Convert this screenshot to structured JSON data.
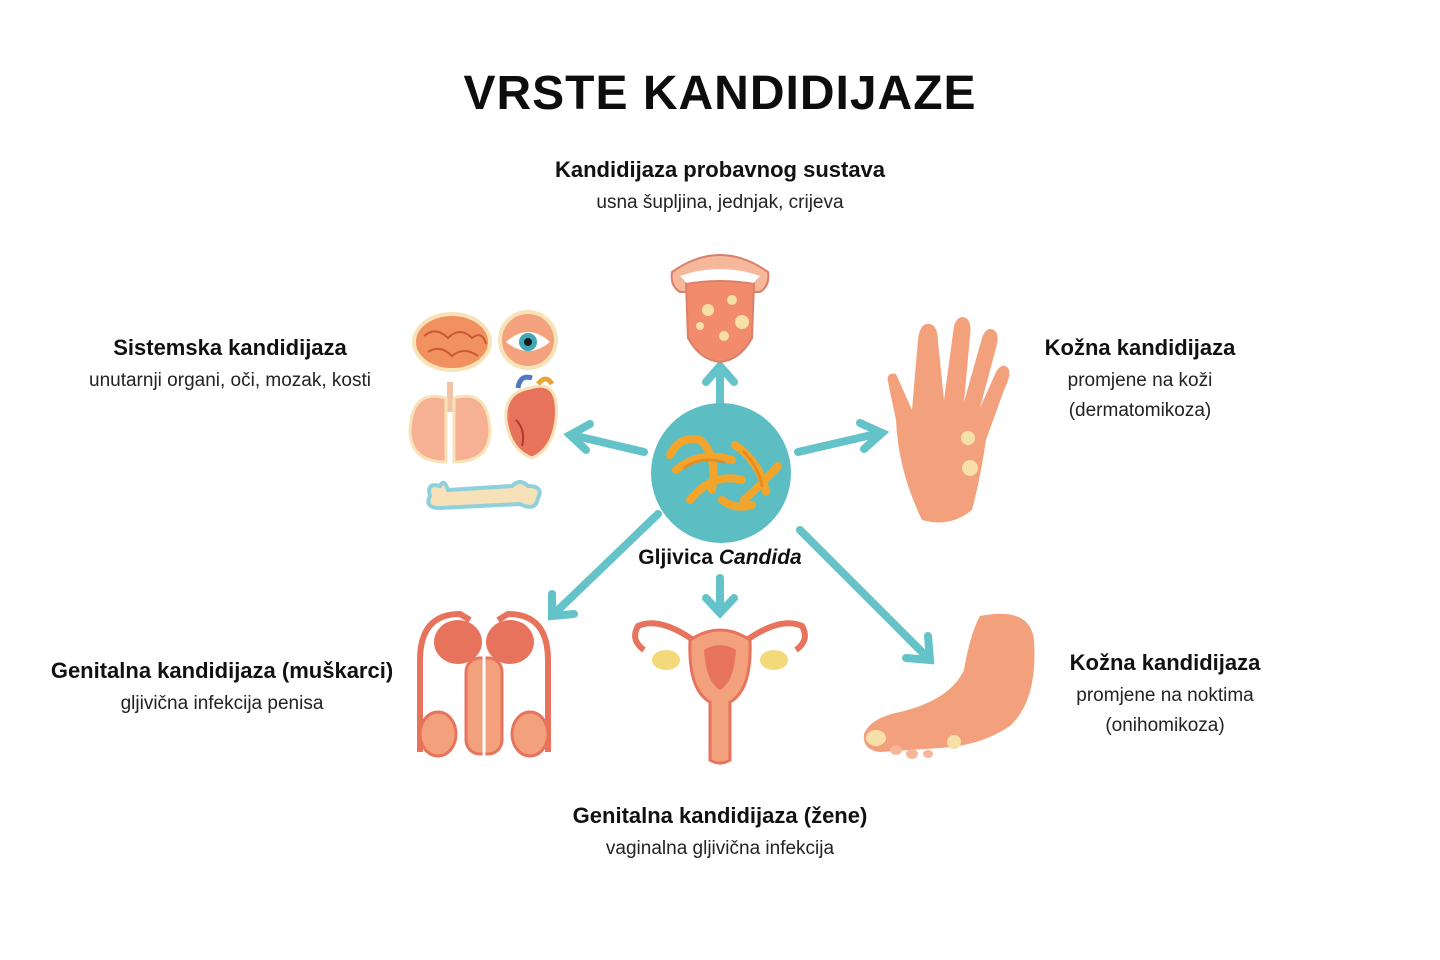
{
  "title": "VRSTE KANDIDIJAZE",
  "center": {
    "label_prefix": "Gljivica",
    "label_italic": "Candida"
  },
  "types": {
    "digestive": {
      "heading": "Kandidijaza probavnog sustava",
      "desc": "usna šupljina, jednjak, crijeva",
      "icon": "tongue-icon"
    },
    "systemic": {
      "heading": "Sistemska kandidijaza",
      "desc": "unutarnji organi, oči, mozak, kosti",
      "icon": "organs-icon"
    },
    "skin": {
      "heading": "Kožna kandidijaza",
      "desc_line1": "promjene na koži",
      "desc_line2": "(dermatomikoza)",
      "icon": "hand-icon"
    },
    "nails": {
      "heading": "Kožna kandidijaza",
      "desc_line1": "promjene na noktima",
      "desc_line2": "(onihomikoza)",
      "icon": "foot-icon"
    },
    "genital_male": {
      "heading": "Genitalna kandidijaza (muškarci)",
      "desc": "gljivična infekcija penisa",
      "icon": "male-reproductive-icon"
    },
    "genital_female": {
      "heading": "Genitalna kandidijaza (žene)",
      "desc": "vaginalna gljivična infekcija",
      "icon": "female-reproductive-icon"
    }
  },
  "colors": {
    "arrow": "#63c3c8",
    "circle": "#5cbec3",
    "candida": "#f3a52b",
    "skin": "#f3a07c",
    "organ": "#e8735c"
  }
}
